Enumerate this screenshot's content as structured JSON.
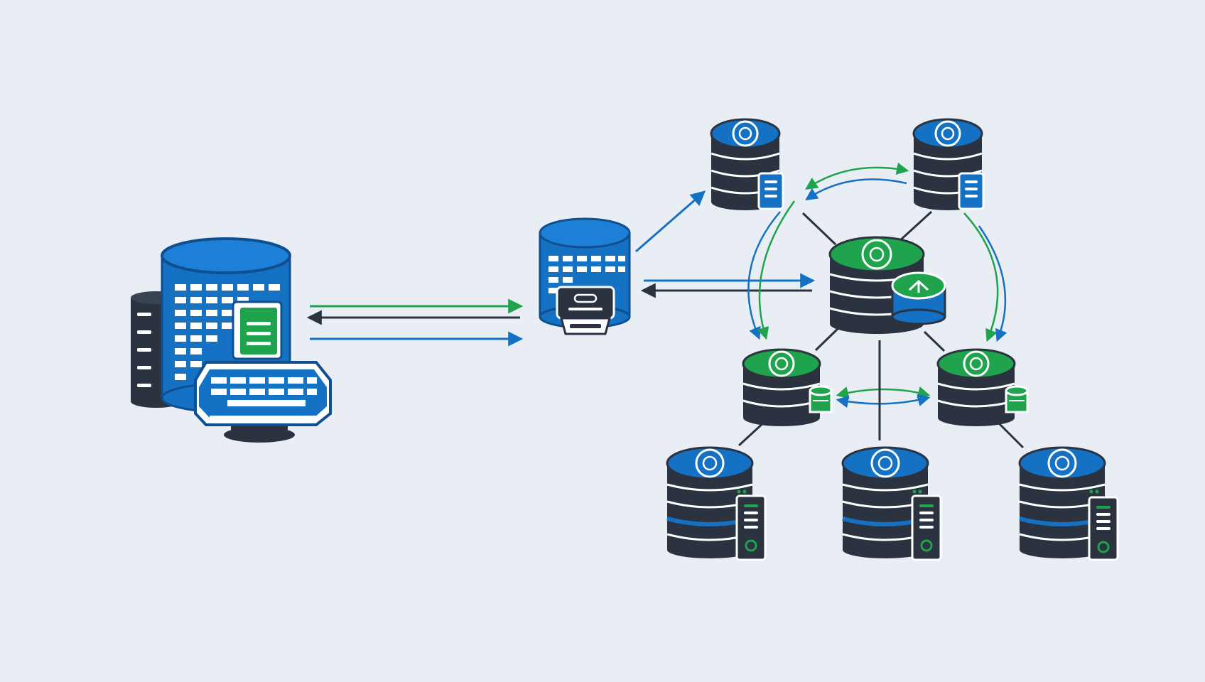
{
  "colors": {
    "background": "#e9eef5",
    "primary_blue": "#1471c4",
    "blue_dark": "#0f5ea8",
    "accent_green": "#1fa34c",
    "dark_navy": "#2b3340",
    "white": "#ffffff"
  },
  "nodes": [
    {
      "id": "source",
      "kind": "data-warehouse",
      "icon": "database-with-document-and-keyboard-icon",
      "color": "blue"
    },
    {
      "id": "gateway",
      "kind": "gateway-database",
      "icon": "database-gateway-icon",
      "color": "blue"
    },
    {
      "id": "top-left",
      "kind": "replica",
      "icon": "blue-database-icon",
      "color": "blue"
    },
    {
      "id": "top-right",
      "kind": "replica",
      "icon": "blue-database-icon",
      "color": "blue"
    },
    {
      "id": "hub",
      "kind": "primary-hub",
      "icon": "green-hub-database-icon",
      "color": "green"
    },
    {
      "id": "mid-left",
      "kind": "replica",
      "icon": "green-database-icon",
      "color": "green"
    },
    {
      "id": "mid-right",
      "kind": "replica",
      "icon": "green-database-icon",
      "color": "green"
    },
    {
      "id": "bottom-left",
      "kind": "server-node",
      "icon": "database-server-icon",
      "color": "blue"
    },
    {
      "id": "bottom-center",
      "kind": "server-node",
      "icon": "database-server-icon",
      "color": "blue"
    },
    {
      "id": "bottom-right",
      "kind": "server-node",
      "icon": "database-server-icon",
      "color": "blue"
    }
  ],
  "edges": [
    {
      "from": "source",
      "to": "gateway",
      "style": "arrow",
      "color": "green"
    },
    {
      "from": "gateway",
      "to": "source",
      "style": "arrow",
      "color": "navy"
    },
    {
      "from": "source",
      "to": "gateway",
      "style": "arrow",
      "color": "blue"
    },
    {
      "from": "gateway",
      "to": "top-left",
      "style": "arrow",
      "color": "blue"
    },
    {
      "from": "gateway",
      "to": "hub",
      "style": "arrow",
      "color": "blue"
    },
    {
      "from": "hub",
      "to": "gateway",
      "style": "arrow",
      "color": "navy"
    },
    {
      "from": "top-left",
      "to": "top-right",
      "style": "bidirectional-curve",
      "color": "green"
    },
    {
      "from": "top-left",
      "to": "mid-left",
      "style": "curved-arrow",
      "color": "green"
    },
    {
      "from": "top-right",
      "to": "mid-right",
      "style": "curved-arrow",
      "color": "green"
    },
    {
      "from": "mid-left",
      "to": "mid-right",
      "style": "bidirectional-curve",
      "color": "green"
    },
    {
      "from": "hub",
      "to": "top-left",
      "style": "line",
      "color": "navy"
    },
    {
      "from": "hub",
      "to": "top-right",
      "style": "line",
      "color": "navy"
    },
    {
      "from": "hub",
      "to": "mid-left",
      "style": "line",
      "color": "navy"
    },
    {
      "from": "hub",
      "to": "mid-right",
      "style": "line",
      "color": "navy"
    },
    {
      "from": "hub",
      "to": "bottom-center",
      "style": "line",
      "color": "navy"
    },
    {
      "from": "mid-left",
      "to": "bottom-left",
      "style": "line",
      "color": "navy"
    },
    {
      "from": "mid-right",
      "to": "bottom-right",
      "style": "line",
      "color": "navy"
    }
  ]
}
